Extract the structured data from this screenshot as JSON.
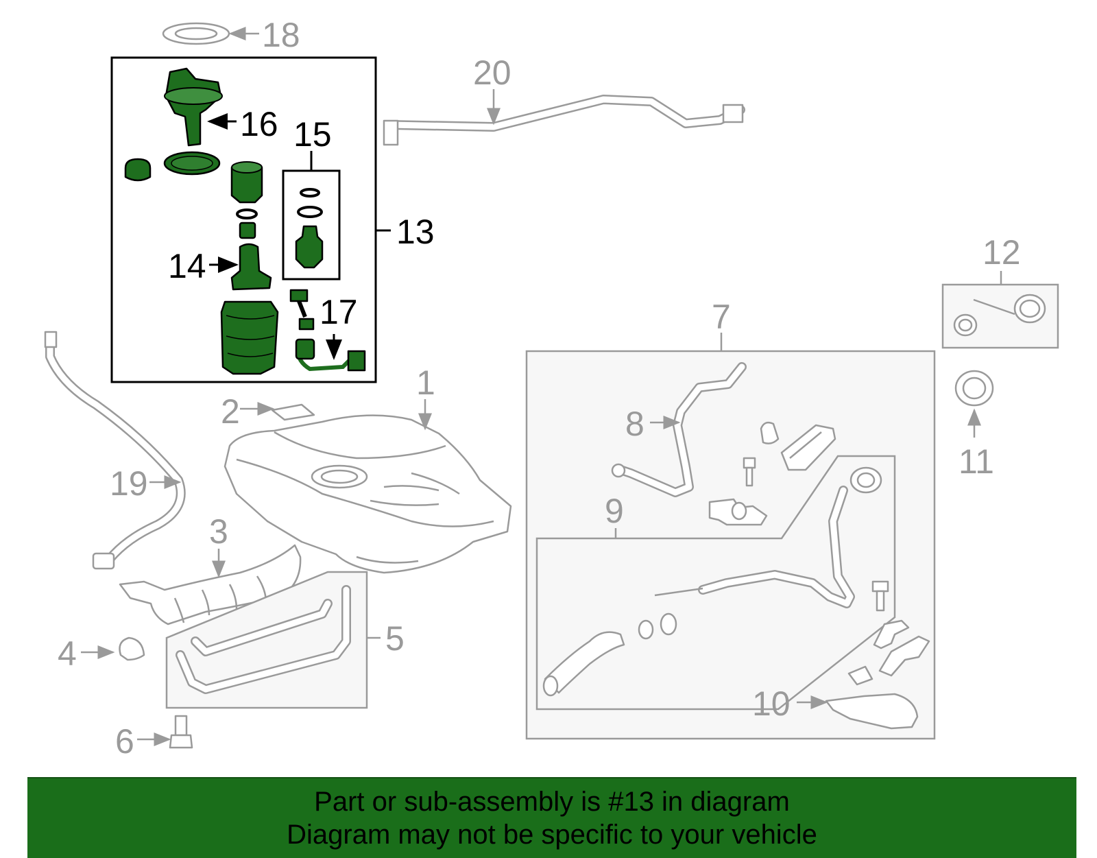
{
  "callouts": {
    "c1": "1",
    "c2": "2",
    "c3": "3",
    "c4": "4",
    "c5": "5",
    "c6": "6",
    "c7": "7",
    "c8": "8",
    "c9": "9",
    "c10": "10",
    "c11": "11",
    "c12": "12",
    "c13": "13",
    "c14": "14",
    "c15": "15",
    "c16": "16",
    "c17": "17",
    "c18": "18",
    "c19": "19",
    "c20": "20"
  },
  "highlight": {
    "part": "13",
    "color": "#1e6e1e"
  },
  "banner": {
    "line1": "Part or sub-assembly is #13 in diagram",
    "line2": "Diagram may not be specific to your vehicle",
    "color": "#1a6e1a"
  }
}
